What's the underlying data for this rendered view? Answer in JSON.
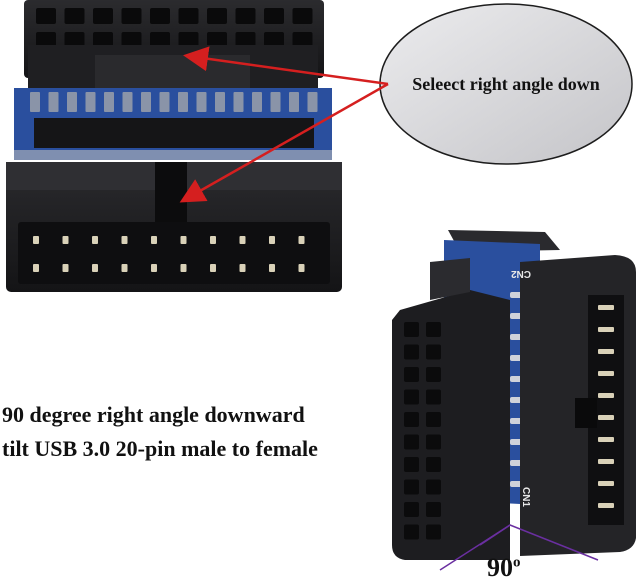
{
  "callout": {
    "text": "Seleect right angle down"
  },
  "caption": {
    "line1": "90 degree right angle downward",
    "line2": "tilt USB 3.0 20-pin male to female"
  },
  "angle": {
    "value": "90",
    "unit": "o"
  },
  "pcb_labels": {
    "cn2": "CN2",
    "cn1": "CN1"
  },
  "colors": {
    "connector": "#1c1c1e",
    "pcb": "#2a4f9e",
    "arrow": "#d51f1f",
    "callout_fill": "#d9d9db",
    "angle_line": "#6a2fa0"
  }
}
